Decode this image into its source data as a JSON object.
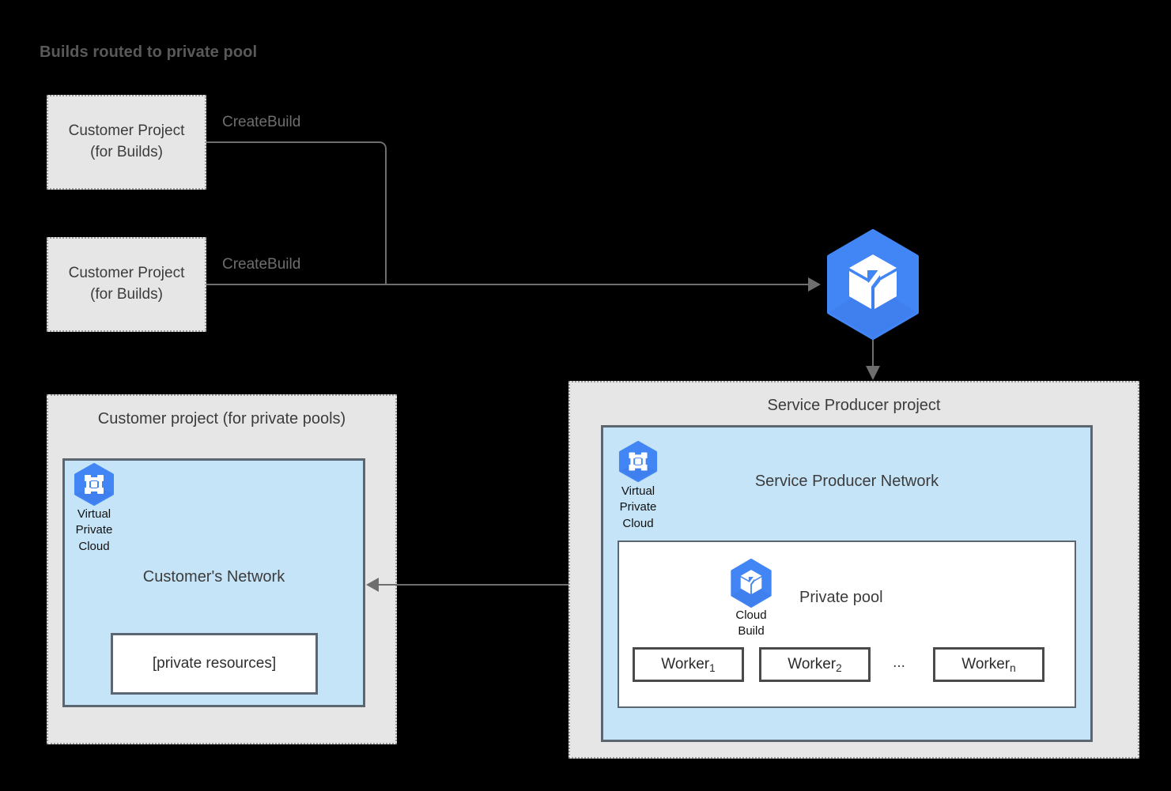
{
  "title": "Builds routed to private pool",
  "flow": {
    "customer_build_projects": [
      {
        "line1": "Customer Project",
        "line2": "(for Builds)",
        "connector_label": "CreateBuild"
      },
      {
        "line1": "Customer Project",
        "line2": "(for Builds)",
        "connector_label": "CreateBuild"
      }
    ],
    "cloud_build_service_icon": "cloud-build-icon"
  },
  "customer_panel": {
    "title": "Customer project (for private pools)",
    "network": {
      "title": "Customer's Network",
      "vpc_icon_caption": "Virtual\nPrivate\nCloud",
      "resource_box_label": "[private resources]"
    }
  },
  "producer_panel": {
    "title": "Service Producer project",
    "network": {
      "title": "Service Producer Network",
      "vpc_icon_caption": "Virtual\nPrivate\nCloud"
    },
    "private_pool": {
      "title": "Private pool",
      "cloud_build_icon_caption": "Cloud\nBuild",
      "workers": [
        {
          "name": "Worker",
          "subscript": "1"
        },
        {
          "name": "Worker",
          "subscript": "2"
        },
        {
          "name": "Worker",
          "subscript": "n"
        }
      ],
      "ellipsis": "..."
    }
  },
  "colors": {
    "background": "#000000",
    "panel_fill": "#e6e6e6",
    "panel_border": "#9a9a9a",
    "network_fill": "#c5e4f7",
    "network_border": "#5b6670",
    "gcp_blue": "#4285f4",
    "gcp_blue_dark": "#3b78e7",
    "connector": "#6e6e6e",
    "title_text": "#595959"
  }
}
